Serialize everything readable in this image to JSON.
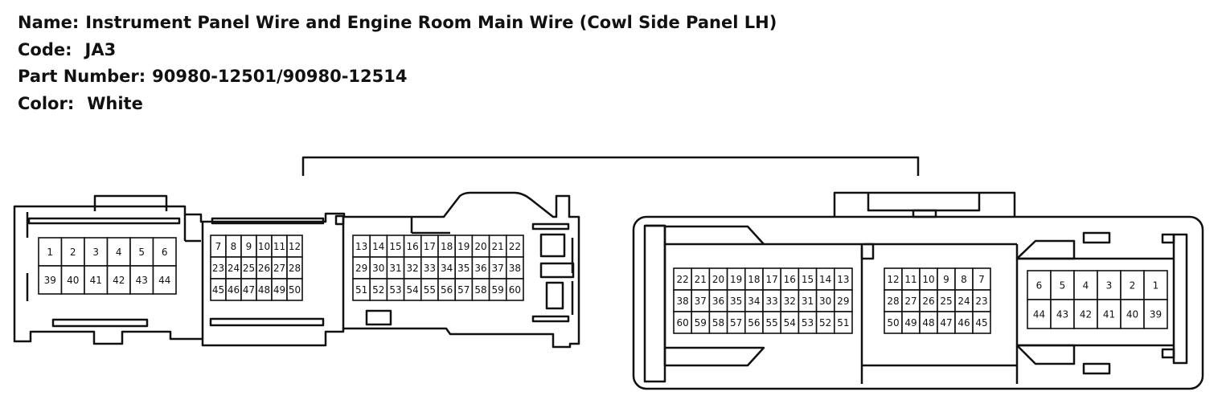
{
  "header": {
    "name_label": "Name:",
    "name_value": "Instrument Panel Wire and Engine Room Main Wire (Cowl Side Panel LH)",
    "code_label": "Code:",
    "code_value": "JA3",
    "part_label": "Part Number:",
    "part_value": "90980-12501/90980-12514",
    "color_label": "Color:",
    "color_value": "White"
  },
  "connectors": {
    "left": {
      "blocks": [
        {
          "rows": [
            [
              "1",
              "2",
              "3",
              "4",
              "5",
              "6"
            ],
            [
              "39",
              "40",
              "41",
              "42",
              "43",
              "44"
            ]
          ]
        },
        {
          "rows": [
            [
              "7",
              "8",
              "9",
              "10",
              "11",
              "12"
            ],
            [
              "23",
              "24",
              "25",
              "26",
              "27",
              "28"
            ],
            [
              "45",
              "46",
              "47",
              "48",
              "49",
              "50"
            ]
          ]
        },
        {
          "rows": [
            [
              "13",
              "14",
              "15",
              "16",
              "17",
              "18",
              "19",
              "20",
              "21",
              "22"
            ],
            [
              "29",
              "30",
              "31",
              "32",
              "33",
              "34",
              "35",
              "36",
              "37",
              "38"
            ],
            [
              "51",
              "52",
              "53",
              "54",
              "55",
              "56",
              "57",
              "58",
              "59",
              "60"
            ]
          ]
        }
      ]
    },
    "right": {
      "blocks": [
        {
          "rows": [
            [
              "22",
              "21",
              "20",
              "19",
              "18",
              "17",
              "16",
              "15",
              "14",
              "13"
            ],
            [
              "38",
              "37",
              "36",
              "35",
              "34",
              "33",
              "32",
              "31",
              "30",
              "29"
            ],
            [
              "60",
              "59",
              "58",
              "57",
              "56",
              "55",
              "54",
              "53",
              "52",
              "51"
            ]
          ]
        },
        {
          "rows": [
            [
              "12",
              "11",
              "10",
              "9",
              "8",
              "7"
            ],
            [
              "28",
              "27",
              "26",
              "25",
              "24",
              "23"
            ],
            [
              "50",
              "49",
              "48",
              "47",
              "46",
              "45"
            ]
          ]
        },
        {
          "rows": [
            [
              "6",
              "5",
              "4",
              "3",
              "2",
              "1"
            ],
            [
              "44",
              "43",
              "42",
              "41",
              "40",
              "39"
            ]
          ]
        }
      ]
    }
  }
}
